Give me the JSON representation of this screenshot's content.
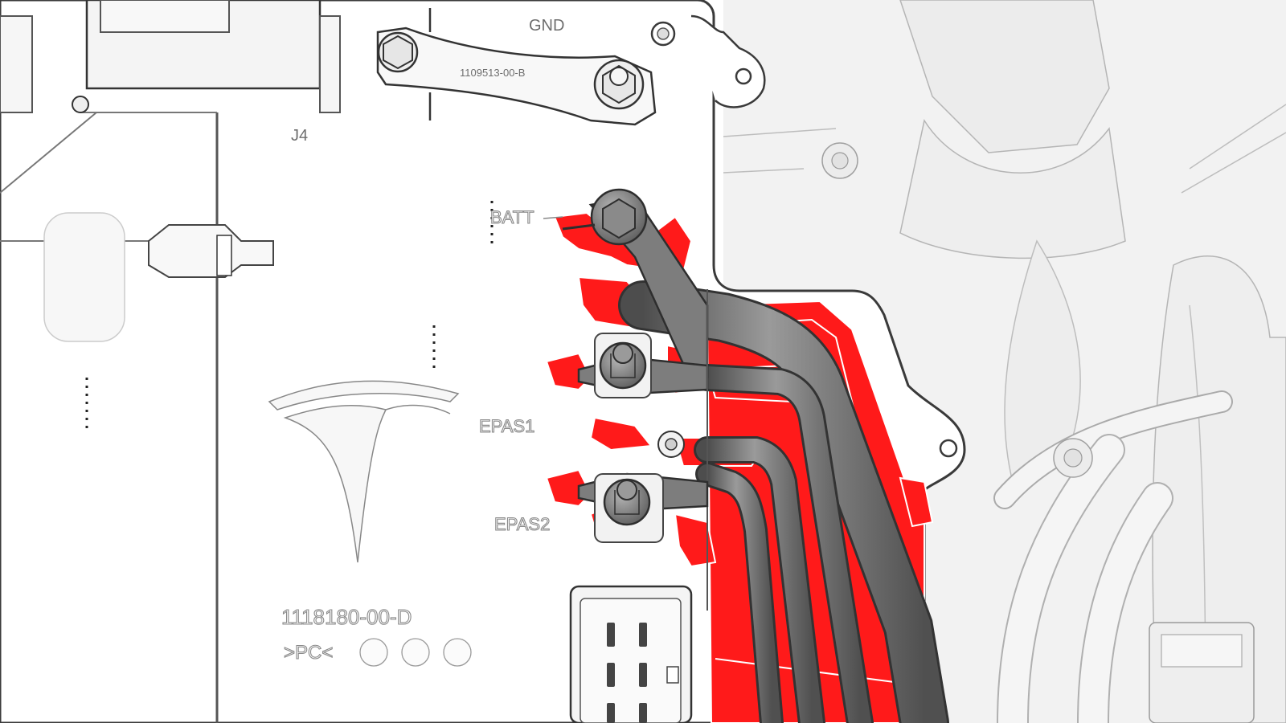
{
  "labels": {
    "gnd": "GND",
    "bracket_part": "1109513-00-B",
    "j4": "J4",
    "batt": "BATT",
    "epas1": "EPAS1",
    "epas2": "EPAS2",
    "board_part": "1118180-00-D",
    "pc_mark": ">PC<"
  },
  "colors": {
    "highlight": "#ff1a1a",
    "cable": "#6b6b6b",
    "line": "#555555",
    "board": "#ffffff",
    "background": "#f1f1f1"
  },
  "icons": {
    "logo": "tesla-logo"
  }
}
